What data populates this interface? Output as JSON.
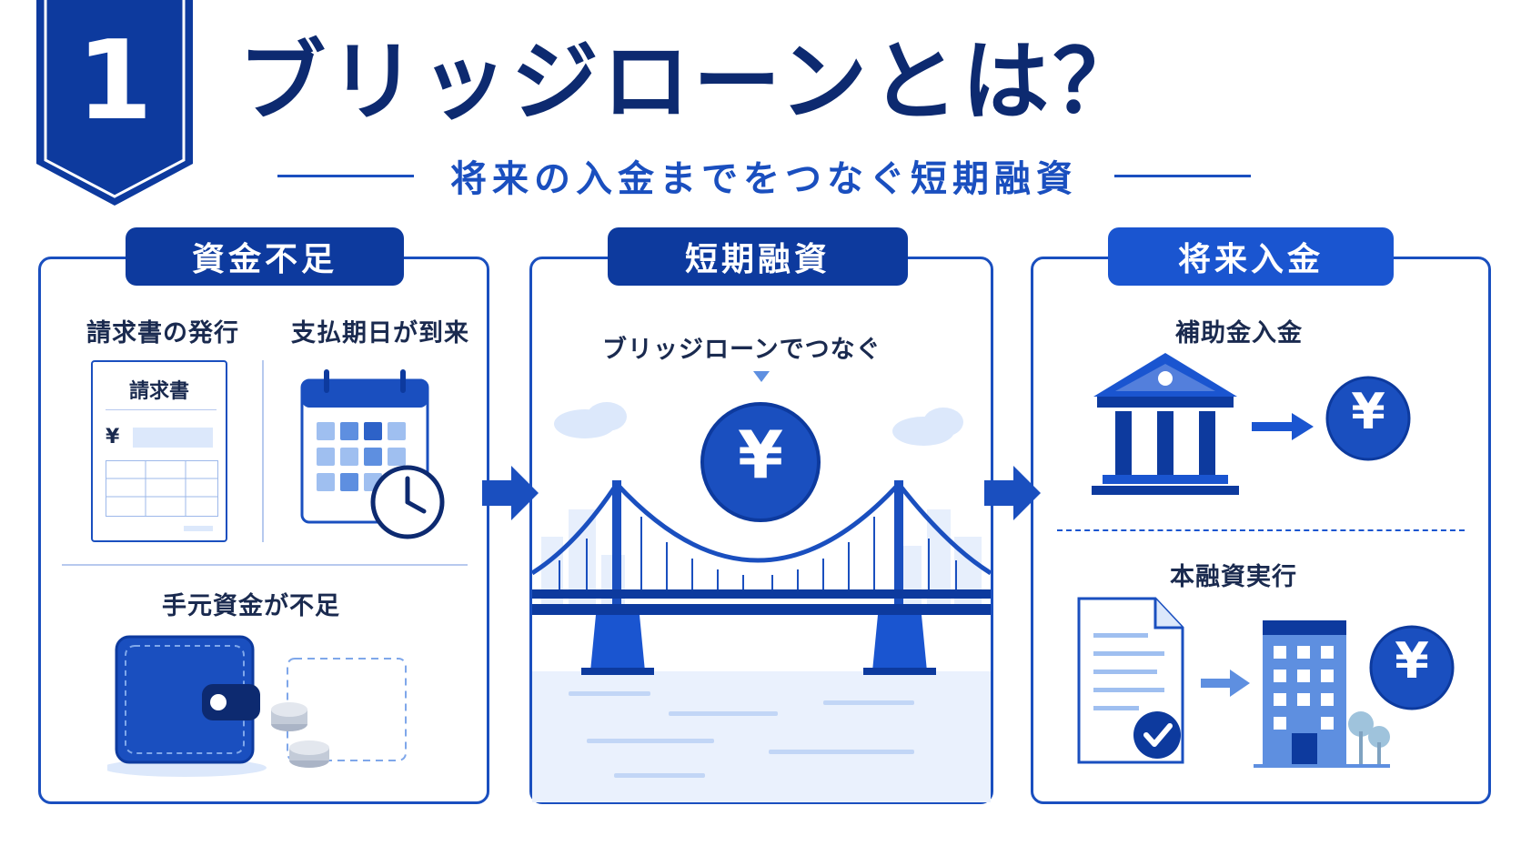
{
  "header": {
    "number": "1",
    "title": "ブリッジローンとは？",
    "subtitle": "将来の入金までをつなぐ短期融資"
  },
  "panels": [
    {
      "heading": "資金不足",
      "items": [
        "請求書の発行",
        "支払期日が到来",
        "手元資金が不足"
      ],
      "invoice_title": "請求書",
      "invoice_currency": "¥"
    },
    {
      "heading": "短期融資",
      "caption": "ブリッジローンでつなぐ",
      "coin": "¥"
    },
    {
      "heading": "将来入金",
      "items": [
        "補助金入金",
        "本融資実行"
      ],
      "coin": "¥"
    }
  ],
  "colors": {
    "primary": "#0d3a9e",
    "accent": "#1a55d0",
    "light": "#dce8fb"
  }
}
